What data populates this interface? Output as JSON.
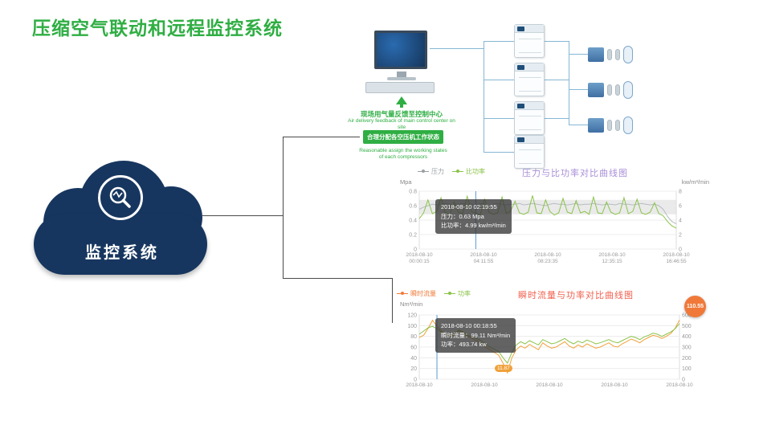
{
  "page": {
    "title": "压缩空气联动和远程监控系统"
  },
  "cloud": {
    "label": "监控系统"
  },
  "diagram": {
    "feedback_cn": "现场用气量反馈至控制中心",
    "feedback_en": "Air delivery feedback of main control center on site",
    "assign_cn": "合理分配各空压机工作状态",
    "assign_en": "Reasonable assign the working states of each compressors"
  },
  "chart_data": [
    {
      "type": "line",
      "title": "压力与比功率对比曲线图",
      "title_color": "#a98fd8",
      "legend": [
        {
          "label": "压力",
          "color": "#9aa0a6"
        },
        {
          "label": "比功率",
          "color": "#8bc34a"
        }
      ],
      "left_axis": {
        "label": "Mpa",
        "min": 0,
        "max": 0.8,
        "ticks": [
          0.8,
          0.6,
          0.4,
          0.2,
          0
        ]
      },
      "right_axis": {
        "label": "kw/m³/min",
        "min": 0,
        "max": 8,
        "ticks": [
          8,
          6,
          4,
          2,
          0
        ]
      },
      "x_labels": [
        [
          "2018-08-10",
          "00:00:15"
        ],
        [
          "2018-08-10",
          "04:11:55"
        ],
        [
          "2018-08-10",
          "08:23:35"
        ],
        [
          "2018-08-10",
          "12:35:15"
        ],
        [
          "2018-08-10",
          "16:46:55"
        ]
      ],
      "band": {
        "axis": "left_axis",
        "from": 0.48,
        "to": 0.68,
        "color": "#d9d9d9"
      },
      "marker_x": 0.22,
      "marker_color": "#5b9bd5",
      "series": [
        {
          "name": "压力",
          "axis": "left_axis",
          "color": "#b5bcc2",
          "values": [
            0.55,
            0.58,
            0.6,
            0.62,
            0.61,
            0.62,
            0.63,
            0.62,
            0.61,
            0.62,
            0.63,
            0.62,
            0.62,
            0.61,
            0.63,
            0.62,
            0.6,
            0.62,
            0.63,
            0.62,
            0.61,
            0.62,
            0.62,
            0.63,
            0.61,
            0.62,
            0.63,
            0.62,
            0.61,
            0.6,
            0.62,
            0.63,
            0.62,
            0.62,
            0.61,
            0.62,
            0.63,
            0.61,
            0.62,
            0.62,
            0.63,
            0.62,
            0.61,
            0.62,
            0.62,
            0.61,
            0.63,
            0.62,
            0.62,
            0.61,
            0.62,
            0.63,
            0.62,
            0.61,
            0.62,
            0.6,
            0.55,
            0.45,
            0.38,
            0.35
          ]
        },
        {
          "name": "比功率",
          "axis": "right_axis",
          "color": "#8bc34a",
          "values": [
            4.2,
            5.0,
            6.8,
            4.9,
            5.2,
            7.1,
            5.0,
            4.8,
            6.5,
            5.1,
            4.9,
            7.3,
            5.2,
            5.0,
            4.7,
            6.9,
            5.1,
            4.8,
            5.0,
            7.2,
            4.9,
            5.3,
            6.6,
            5.0,
            4.8,
            5.1,
            7.4,
            5.0,
            4.9,
            6.8,
            5.2,
            4.7,
            5.0,
            7.0,
            5.1,
            4.9,
            6.7,
            5.0,
            5.2,
            4.8,
            7.2,
            5.0,
            4.9,
            6.5,
            5.1,
            4.8,
            5.0,
            7.1,
            4.9,
            5.2,
            6.9,
            5.0,
            4.8,
            5.1,
            6.4,
            4.9,
            4.6,
            3.8,
            3.2,
            2.9
          ]
        }
      ],
      "tooltip": {
        "lines": [
          "2018-08-10 02:19:55",
          "压力：0.63 Mpa",
          "比功率：4.99 kw/m³/min"
        ]
      }
    },
    {
      "type": "line",
      "title": "瞬时流量与功率对比曲线图",
      "title_color": "#f25f4d",
      "legend": [
        {
          "label": "瞬时流量",
          "color": "#f07b3a"
        },
        {
          "label": "功率",
          "color": "#8bc34a"
        }
      ],
      "left_axis": {
        "label": "Nm³/min",
        "min": 0,
        "max": 120,
        "ticks": [
          120,
          100,
          80,
          60,
          40,
          20,
          0
        ]
      },
      "right_axis": {
        "label": "",
        "min": 0,
        "max": 600,
        "ticks": [
          600,
          500,
          400,
          300,
          200,
          100,
          0
        ]
      },
      "x_labels": [
        "2018-08-10",
        "2018-08-10",
        "2018-08-10",
        "2018-08-10",
        "2018-08-10"
      ],
      "marker_x": 0.068,
      "marker_color": "#5b9bd5",
      "series": [
        {
          "name": "瞬时流量",
          "axis": "left_axis",
          "color": "#f0a13a",
          "values": [
            78,
            82,
            95,
            110,
            99.11,
            90,
            84,
            80,
            83,
            90,
            86,
            80,
            76,
            72,
            68,
            60,
            55,
            50,
            45,
            30,
            11.87,
            40,
            55,
            62,
            58,
            65,
            60,
            55,
            68,
            62,
            58,
            60,
            65,
            70,
            62,
            58,
            64,
            60,
            66,
            62,
            58,
            60,
            64,
            68,
            62,
            60,
            66,
            70,
            75,
            72,
            68,
            74,
            78,
            82,
            80,
            76,
            80,
            85,
            95,
            110.55
          ]
        },
        {
          "name": "功率",
          "axis": "right_axis",
          "color": "#8bc34a",
          "values": [
            420,
            450,
            480,
            493.74,
            470,
            440,
            425,
            415,
            430,
            460,
            440,
            410,
            395,
            380,
            360,
            330,
            300,
            280,
            260,
            200,
            150,
            250,
            320,
            350,
            330,
            360,
            340,
            320,
            370,
            350,
            330,
            340,
            360,
            380,
            350,
            330,
            355,
            340,
            365,
            350,
            330,
            340,
            355,
            370,
            350,
            340,
            360,
            380,
            400,
            390,
            370,
            395,
            410,
            430,
            420,
            400,
            420,
            440,
            470,
            520
          ]
        }
      ],
      "tooltip": {
        "lines": [
          "2018-08-10 00:18:55",
          "瞬时流量：99.11 Nm³/min",
          "功率：493.74 kw"
        ]
      },
      "badge": "110.55",
      "point_label": "11.87"
    }
  ]
}
